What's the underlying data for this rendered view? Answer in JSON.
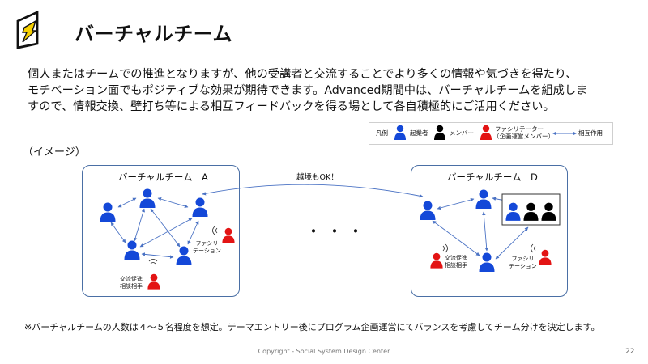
{
  "logo_icon": "bolt-flag-logo",
  "title": "バーチャルチーム",
  "body_lines": [
    "個人またはチームでの推進となりますが、他の受講者と交流することでより多くの情報や気づきを得たり、",
    "モチベーション面でもポジティブな効果が期待できます。Advanced期間中は、バーチャルチームを組成しま",
    "すので、情報交換、壁打ち等による相互フィードバックを得る場として各自積極的にご活用ください。"
  ],
  "image_label": "（イメージ）",
  "legend": {
    "title": "凡例",
    "founder": "起業者",
    "member": "メンバー",
    "facilitator_line1": "ファシリテーター",
    "facilitator_line2": "（企画運営メンバー）",
    "interaction": "相互作用"
  },
  "team_a": {
    "title": "バーチャルチーム　A",
    "facilitation_line1": "ファシリ",
    "facilitation_line2": "テーション",
    "exchange_line1": "交流促進",
    "exchange_line2": "相談相手"
  },
  "team_d": {
    "title": "バーチャルチーム　D",
    "facilitation_line1": "ファシリ",
    "facilitation_line2": "テーション",
    "exchange_line1": "交流促進",
    "exchange_line2": "相談相手"
  },
  "cross_team_label": "越境もOK！",
  "ellipsis": "・・・",
  "note": "※バーチャルチームの人数は４～５名程度を想定。テーマエントリー後にプログラム企画運営にてバランスを考慮してチーム分けを決定します。",
  "footer": "Copyright - Social System Design Center",
  "page_number": "22",
  "colors": {
    "founder": "#1448d8",
    "member": "#000000",
    "facilitator": "#e31414",
    "arrow": "#4a72c4",
    "box_border": "#4a6fa5",
    "logo_yellow": "#f6d000"
  }
}
